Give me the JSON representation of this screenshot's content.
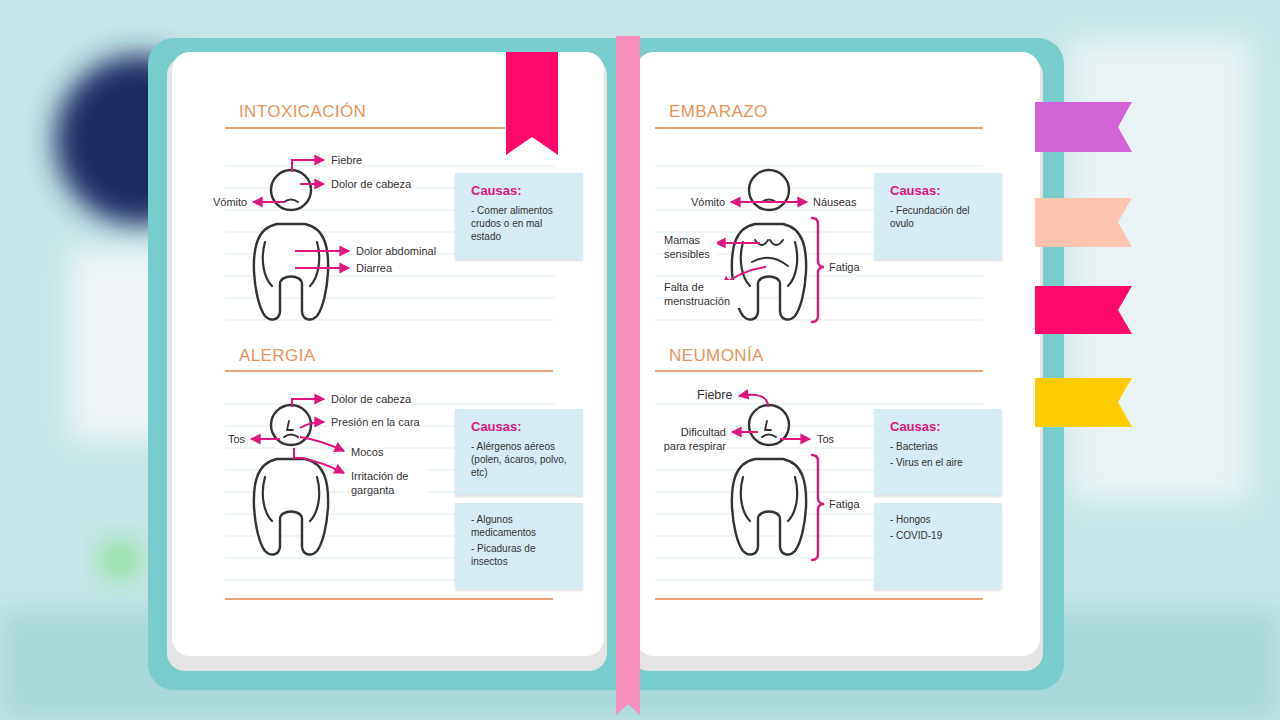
{
  "diagram": {
    "nodes": [
      {
        "text": [
          "Causas:",
          "- Comer alimentos crudos o en mal estado"
        ]
      },
      {
        "text": [
          "Causas:",
          "- Fecundación del ovulo"
        ]
      },
      {
        "text": [
          "Causas:",
          "- Alérgenos aéreos (polen, ácaros, polvo, etc)"
        ]
      },
      {
        "text": [
          "- Algunos medicamentos",
          "- Picaduras de insectos"
        ]
      },
      {
        "text": [
          "Causas:",
          "- Bacterias",
          "- Virus en el aire"
        ]
      },
      {
        "text": [
          "- Hongos",
          "- COVID-19"
        ]
      }
    ],
    "labels": [
      "INTOXICACIÓN",
      "Fiebre",
      "Dolor de cabeza",
      "Vómito",
      "Dolor abdominal",
      "Diarrea",
      "EMBARAZO",
      "Vómito",
      "Náuseas",
      "Mamas sensibles",
      "Falta de menstruación",
      "Fatiga",
      "ALERGIA",
      "Dolor de cabeza",
      "Presión en la cara",
      "Tos",
      "Mocos",
      "Irritación de garganta",
      "NEUMONÍA",
      "Fiebre",
      "Dificultad para respirar",
      "Tos",
      "Fatiga"
    ]
  }
}
